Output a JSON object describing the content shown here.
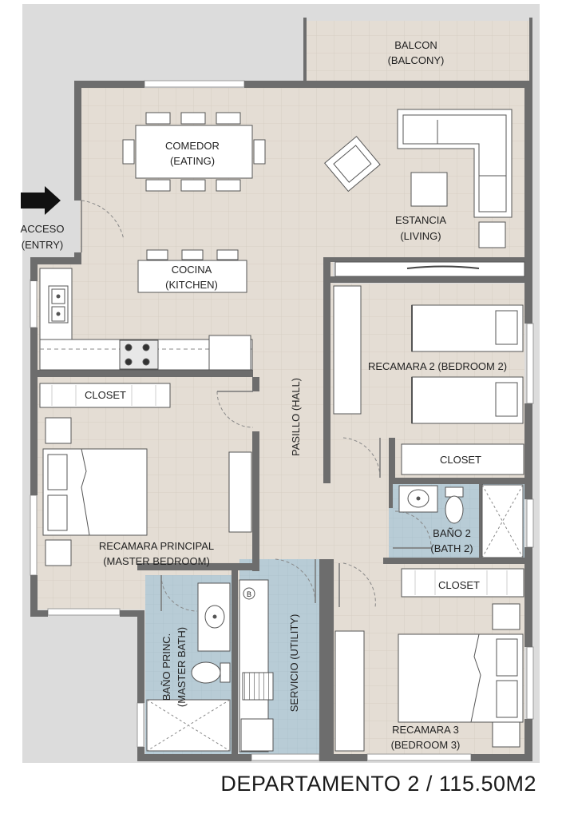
{
  "caption": "DEPARTAMENTO 2 / 115.50M2",
  "colors": {
    "wall": "#6d6d6d",
    "floor_tile": "#e4ddd4",
    "wet_area": "#b8ccd6",
    "furniture_fill": "#ffffff",
    "furniture_line": "#555555",
    "arrow": "#111111"
  },
  "rooms": {
    "balcony": {
      "line1": "BALCON",
      "line2": "(BALCONY)"
    },
    "dining": {
      "line1": "COMEDOR",
      "line2": "(EATING)"
    },
    "living": {
      "line1": "ESTANCIA",
      "line2": "(LIVING)"
    },
    "entry": {
      "line1": "ACCESO",
      "line2": "(ENTRY)"
    },
    "kitchen": {
      "line1": "COCINA",
      "line2": "(KITCHEN)"
    },
    "bedroom2": {
      "line1": "RECAMARA 2 (BEDROOM 2)"
    },
    "closet_bedroom2": {
      "line1": "CLOSET"
    },
    "hall": {
      "line1": "PASILLO (HALL)"
    },
    "closet_master": {
      "line1": "CLOSET"
    },
    "master_bedroom": {
      "line1": "RECAMARA PRINCIPAL",
      "line2": "(MASTER BEDROOM)"
    },
    "bath2": {
      "line1": "BAÑO 2",
      "line2": "(BATH 2)"
    },
    "closet_bedroom3": {
      "line1": "CLOSET"
    },
    "master_bath": {
      "line1": "BAÑO PRINC.",
      "line2": "(MASTER BATH)"
    },
    "utility": {
      "line1": "SERVICIO (UTILITY)",
      "boiler_mark": "B"
    },
    "bedroom3": {
      "line1": "RECAMARA 3",
      "line2": "(BEDROOM 3)"
    }
  },
  "icons": [
    "entry-arrow-icon",
    "sofa-icon",
    "armchair-icon",
    "bed-icon",
    "sink-icon",
    "toilet-icon",
    "shower-icon",
    "stove-icon",
    "boiler-icon",
    "washing-machine-icon"
  ]
}
